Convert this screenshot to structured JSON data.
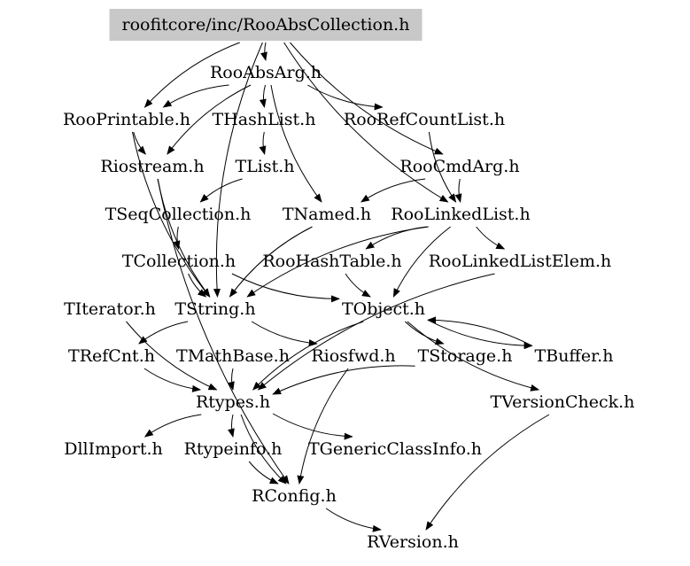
{
  "diagram": {
    "nodes": [
      {
        "id": "root",
        "label": "roofitcore/inc/RooAbsCollection.h",
        "highlight": true
      },
      {
        "id": "absarg",
        "label": "RooAbsArg.h"
      },
      {
        "id": "printable",
        "label": "RooPrintable.h"
      },
      {
        "id": "thashlist",
        "label": "THashList.h"
      },
      {
        "id": "refcount",
        "label": "RooRefCountList.h"
      },
      {
        "id": "riostream",
        "label": "Riostream.h"
      },
      {
        "id": "tlist",
        "label": "TList.h"
      },
      {
        "id": "cmdarg",
        "label": "RooCmdArg.h"
      },
      {
        "id": "tseqcoll",
        "label": "TSeqCollection.h"
      },
      {
        "id": "tnamed",
        "label": "TNamed.h"
      },
      {
        "id": "linkedlist",
        "label": "RooLinkedList.h"
      },
      {
        "id": "tcollection",
        "label": "TCollection.h"
      },
      {
        "id": "hashtable",
        "label": "RooHashTable.h"
      },
      {
        "id": "linkedelem",
        "label": "RooLinkedListElem.h"
      },
      {
        "id": "titerator",
        "label": "TIterator.h"
      },
      {
        "id": "tstring",
        "label": "TString.h"
      },
      {
        "id": "tobject",
        "label": "TObject.h"
      },
      {
        "id": "trefcnt",
        "label": "TRefCnt.h"
      },
      {
        "id": "tmathbase",
        "label": "TMathBase.h"
      },
      {
        "id": "riosfwd",
        "label": "Riosfwd.h"
      },
      {
        "id": "tstorage",
        "label": "TStorage.h"
      },
      {
        "id": "tbuffer",
        "label": "TBuffer.h"
      },
      {
        "id": "rtypes",
        "label": "Rtypes.h"
      },
      {
        "id": "tversion",
        "label": "TVersionCheck.h"
      },
      {
        "id": "dllimport",
        "label": "DllImport.h"
      },
      {
        "id": "rtypeinfo",
        "label": "Rtypeinfo.h"
      },
      {
        "id": "tgeneric",
        "label": "TGenericClassInfo.h"
      },
      {
        "id": "rconfig",
        "label": "RConfig.h"
      },
      {
        "id": "rversion",
        "label": "RVersion.h"
      }
    ],
    "edges": [
      {
        "from": "root",
        "to": "absarg"
      },
      {
        "from": "root",
        "to": "printable"
      },
      {
        "from": "root",
        "to": "cmdarg"
      },
      {
        "from": "root",
        "to": "linkedlist"
      },
      {
        "from": "root",
        "to": "tstring"
      },
      {
        "from": "absarg",
        "to": "printable"
      },
      {
        "from": "absarg",
        "to": "thashlist"
      },
      {
        "from": "absarg",
        "to": "refcount"
      },
      {
        "from": "absarg",
        "to": "riostream"
      },
      {
        "from": "absarg",
        "to": "tnamed"
      },
      {
        "from": "printable",
        "to": "tstring"
      },
      {
        "from": "printable",
        "to": "riostream"
      },
      {
        "from": "thashlist",
        "to": "tlist"
      },
      {
        "from": "refcount",
        "to": "linkedlist"
      },
      {
        "from": "riostream",
        "to": "tstring"
      },
      {
        "from": "riostream",
        "to": "rconfig"
      },
      {
        "from": "tlist",
        "to": "tseqcoll"
      },
      {
        "from": "cmdarg",
        "to": "tnamed"
      },
      {
        "from": "cmdarg",
        "to": "linkedlist"
      },
      {
        "from": "tseqcoll",
        "to": "tcollection"
      },
      {
        "from": "tnamed",
        "to": "tstring"
      },
      {
        "from": "linkedlist",
        "to": "hashtable"
      },
      {
        "from": "linkedlist",
        "to": "linkedelem"
      },
      {
        "from": "linkedlist",
        "to": "tobject"
      },
      {
        "from": "linkedlist",
        "to": "tstring"
      },
      {
        "from": "tcollection",
        "to": "tstring"
      },
      {
        "from": "tcollection",
        "to": "tobject"
      },
      {
        "from": "hashtable",
        "to": "tobject"
      },
      {
        "from": "linkedelem",
        "to": "rtypes"
      },
      {
        "from": "titerator",
        "to": "rtypes"
      },
      {
        "from": "tstring",
        "to": "trefcnt"
      },
      {
        "from": "tstring",
        "to": "riosfwd"
      },
      {
        "from": "tobject",
        "to": "tstorage"
      },
      {
        "from": "tobject",
        "to": "tbuffer"
      },
      {
        "from": "tobject",
        "to": "tversion"
      },
      {
        "from": "tobject",
        "to": "rtypes"
      },
      {
        "from": "tbuffer",
        "to": "tobject"
      },
      {
        "from": "trefcnt",
        "to": "rtypes"
      },
      {
        "from": "tmathbase",
        "to": "rtypes"
      },
      {
        "from": "tstorage",
        "to": "rtypes"
      },
      {
        "from": "riosfwd",
        "to": "rconfig"
      },
      {
        "from": "rtypes",
        "to": "dllimport"
      },
      {
        "from": "rtypes",
        "to": "rtypeinfo"
      },
      {
        "from": "rtypes",
        "to": "tgeneric"
      },
      {
        "from": "rtypes",
        "to": "rconfig"
      },
      {
        "from": "rtypeinfo",
        "to": "rconfig"
      },
      {
        "from": "tversion",
        "to": "rversion"
      },
      {
        "from": "rconfig",
        "to": "rversion"
      }
    ]
  }
}
